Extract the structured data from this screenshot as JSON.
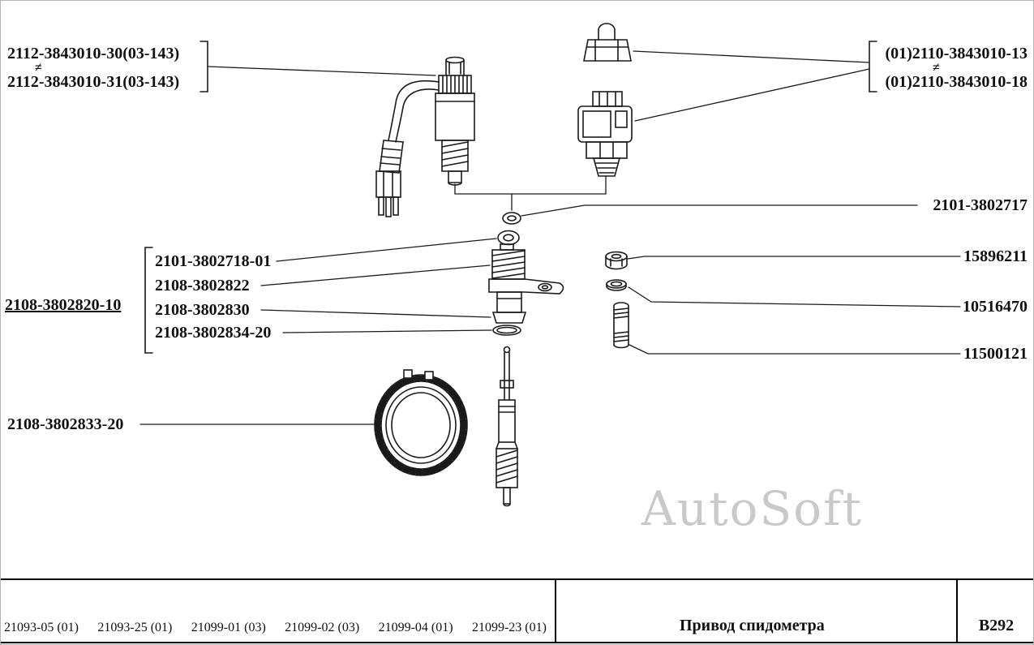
{
  "diagram": {
    "top_left_group": {
      "items": [
        "2112-3843010-30(03-143)",
        "2112-3843010-31(03-143)"
      ],
      "neq": "≠"
    },
    "top_right_group": {
      "items": [
        "(01)2110-3843010-13",
        "(01)2110-3843010-18"
      ],
      "neq": "≠"
    },
    "right_labels": {
      "washer": "2101-3802717",
      "nut": "15896211",
      "lock_washer": "10516470",
      "stud": "11500121"
    },
    "left_group": {
      "title": "2108-3802820-10",
      "items": [
        "2101-3802718-01",
        "2108-3802822",
        "2108-3802830",
        "2108-3802834-20"
      ]
    },
    "ring_gear_label": "2108-3802833-20",
    "watermark": "AutoSoft"
  },
  "footer": {
    "models": [
      "21093-05 (01)",
      "21093-25 (01)",
      "21099-01 (03)",
      "21099-02 (03)",
      "21099-04 (01)",
      "21099-23 (01)"
    ],
    "title": "Привод спидометра",
    "code": "B292"
  }
}
